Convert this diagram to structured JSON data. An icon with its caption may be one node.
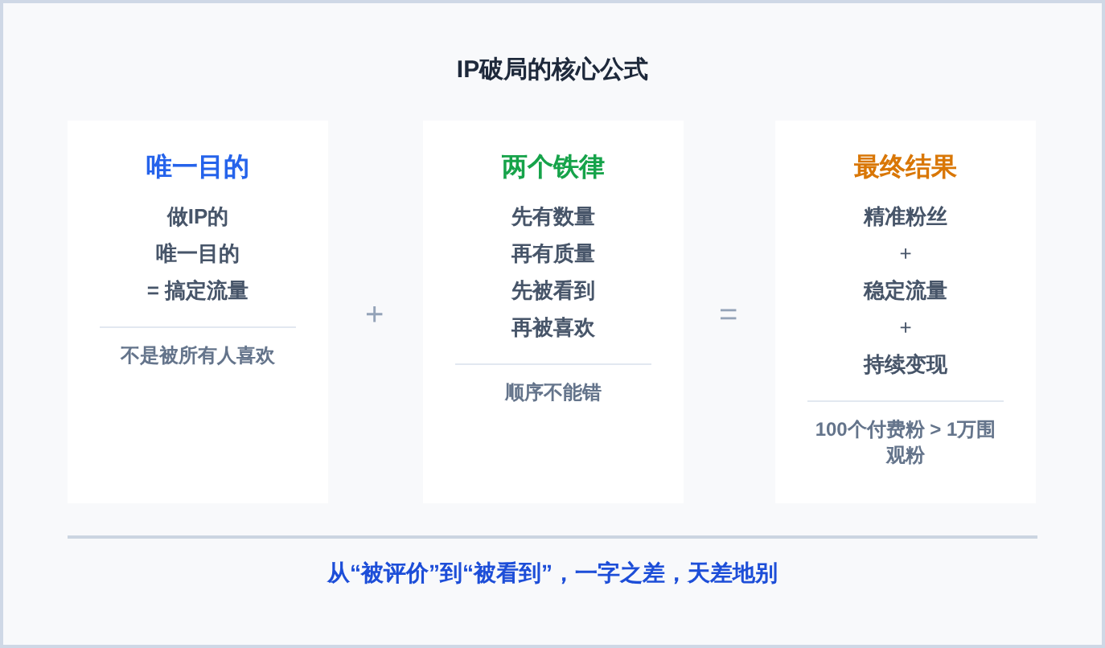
{
  "diagram": {
    "title": "IP破局的核心公式",
    "caption": "从“被评价”到“被看到”，一字之差，天差地别",
    "nodes": [
      {
        "text": [
          "唯一目的",
          "做IP的",
          "唯一目的",
          "= 搞定流量",
          "不是被所有人喜欢"
        ]
      },
      {
        "text": [
          "两个铁律",
          "先有数量",
          "再有质量",
          "先被看到",
          "再被喜欢",
          "顺序不能错"
        ]
      },
      {
        "text": [
          "最终结果",
          "精准粉丝",
          "+",
          "稳定流量",
          "+",
          "持续变现",
          "100个付费粉 > 1万围观粉"
        ]
      }
    ],
    "edges": [],
    "labels": [
      "+",
      "="
    ]
  }
}
